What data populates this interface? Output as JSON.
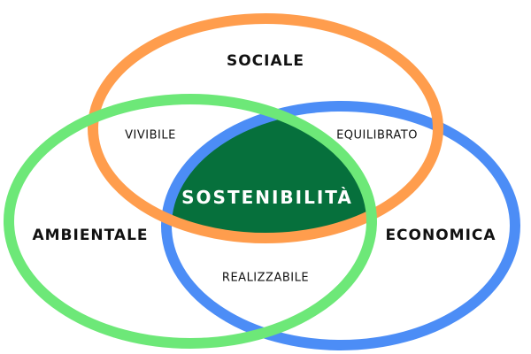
{
  "sets": {
    "sociale": "SOCIALE",
    "ambientale": "AMBIENTALE",
    "economica": "ECONOMICA"
  },
  "overlaps": {
    "sociale_ambientale": "VIVIBILE",
    "sociale_economica": "EQUILIBRATO",
    "ambientale_economica": "REALIZZABILE",
    "all": "SOSTENIBILITÀ"
  },
  "colors": {
    "sociale": "#ff9d4d",
    "ambientale": "#6de878",
    "economica": "#4c8df6",
    "center": "#06703c"
  }
}
